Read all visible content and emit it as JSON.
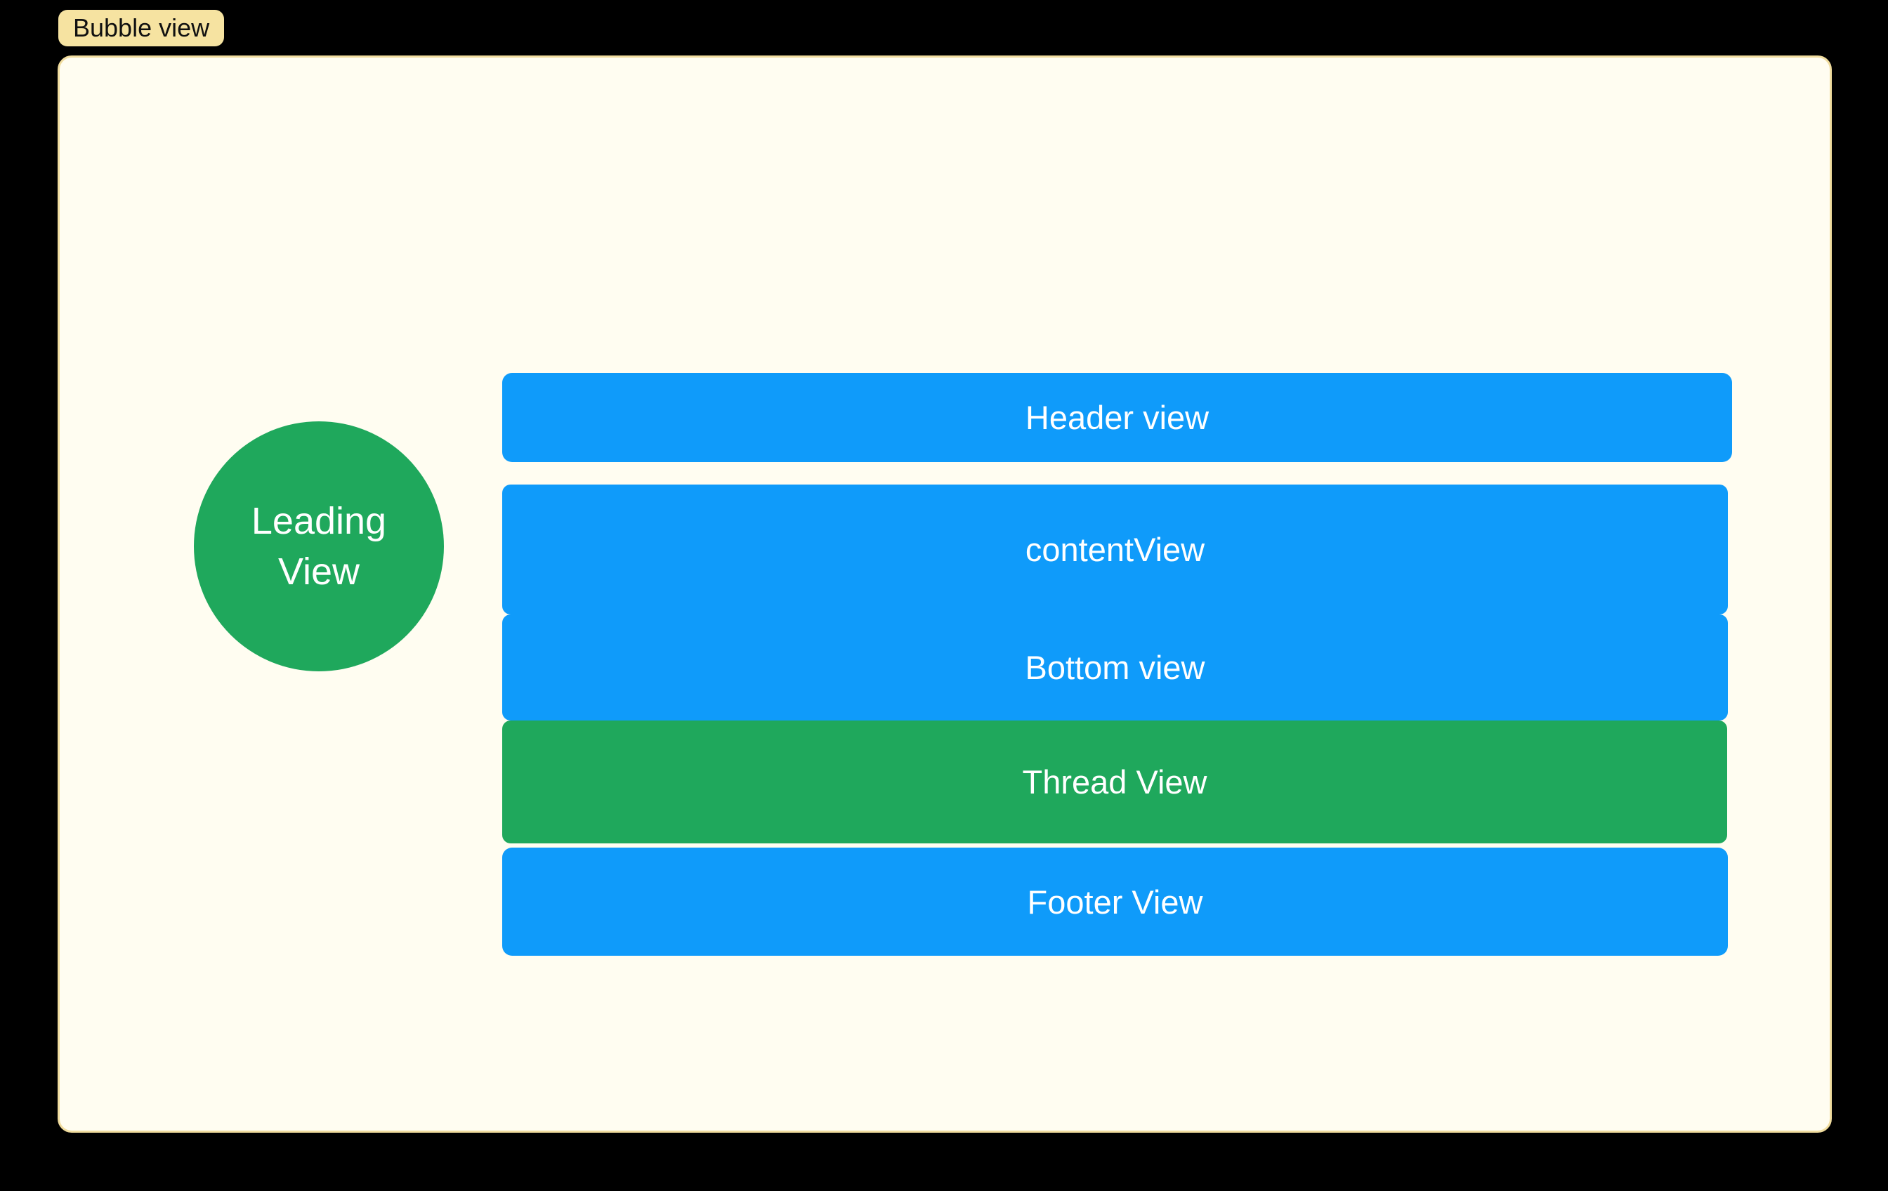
{
  "badge": {
    "label": "Bubble view"
  },
  "bubble": {
    "leading": {
      "line1": "Leading",
      "line2": "View"
    },
    "bars": {
      "header": "Header view",
      "content": "contentView",
      "bottom": "Bottom view",
      "thread": "Thread View",
      "footer": "Footer View"
    }
  },
  "colors": {
    "page_bg": "#000000",
    "badge_bg": "#F6E3A1",
    "badge_text": "#111111",
    "bubble_bg": "#FFFDF1",
    "bubble_border": "#F0DC9E",
    "view_blue": "#0F9BFA",
    "view_green": "#1FA85C",
    "view_text": "#FFFFFF"
  }
}
